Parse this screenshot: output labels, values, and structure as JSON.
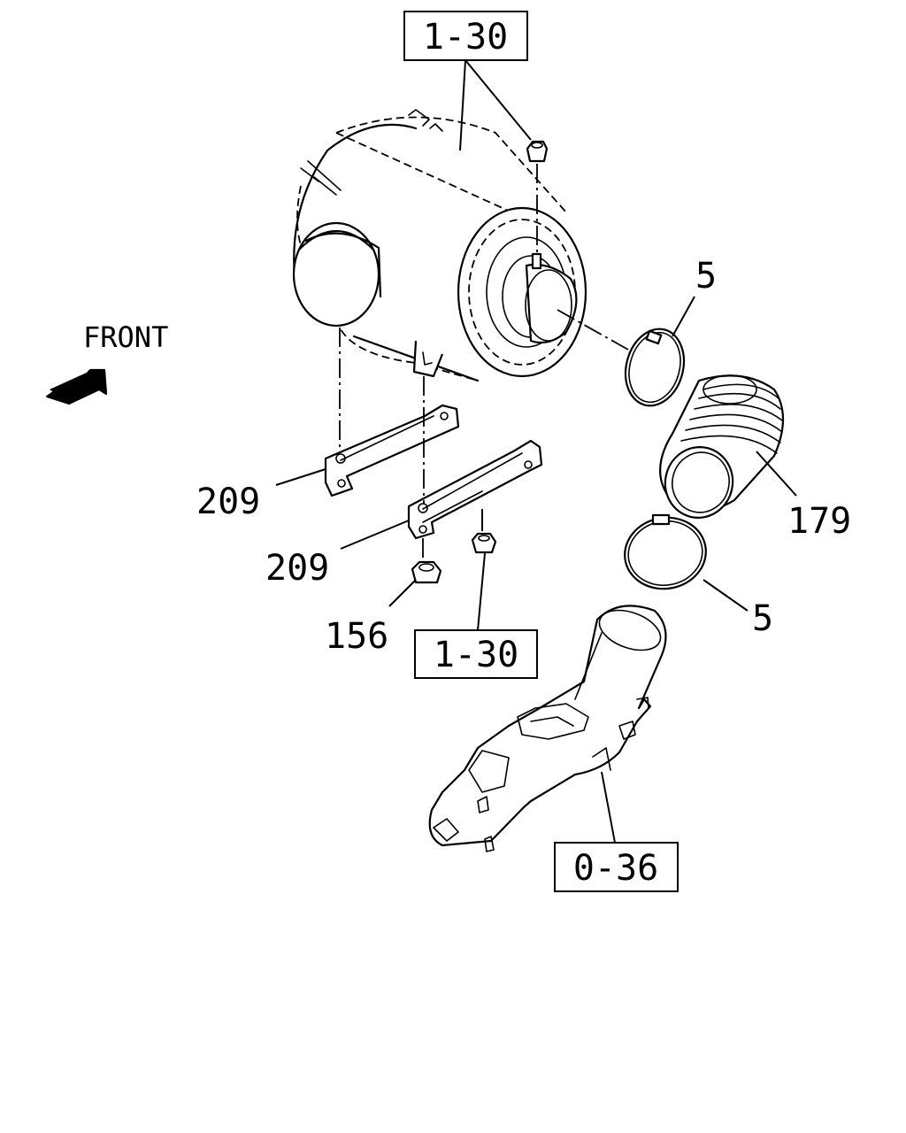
{
  "labels": {
    "front": "FRONT",
    "ref_top": "1-30",
    "ref_mid": "1-30",
    "ref_bottom": "0-36",
    "part_5_upper": "5",
    "part_5_lower": "5",
    "part_179": "179",
    "part_209_upper": "209",
    "part_209_lower": "209",
    "part_156": "156"
  },
  "colors": {
    "line": "#000000",
    "background": "#ffffff"
  },
  "icons": {
    "front_arrow": "arrow-icon"
  }
}
